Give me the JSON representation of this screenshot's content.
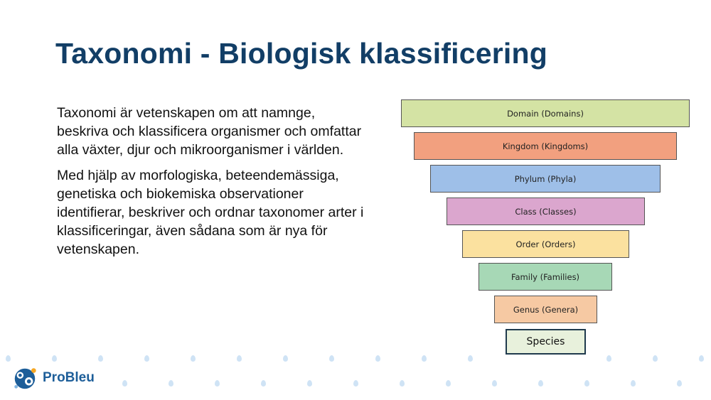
{
  "slide": {
    "title": "Taxonomi - Biologisk klassificering",
    "paragraphs": [
      "Taxonomi är vetenskapen om att namnge, beskriva och klassificera organismer och omfattar alla växter, djur och mikroorganismer i världen.",
      "Med hjälp av morfologiska, beteendemässiga, genetiska och biokemiska observationer identifierar, beskriver och ordnar taxonomer arter i klassificeringar, även sådana som är nya för vetenskapen."
    ]
  },
  "diagram": {
    "levels": [
      {
        "label": "Domain (Domains)",
        "color": "#d4e3a4"
      },
      {
        "label": "Kingdom (Kingdoms)",
        "color": "#f2a07f"
      },
      {
        "label": "Phylum (Phyla)",
        "color": "#9ebfe8"
      },
      {
        "label": "Class (Classes)",
        "color": "#dba6ce"
      },
      {
        "label": "Order (Orders)",
        "color": "#fbe19f"
      },
      {
        "label": "Family (Families)",
        "color": "#a7d8b6"
      },
      {
        "label": "Genus (Genera)",
        "color": "#f6c9a3"
      },
      {
        "label": "Species",
        "color": "#e8f1dc"
      }
    ]
  },
  "brand": {
    "name": "ProBleu",
    "colors": {
      "primary": "#1d5e99",
      "title": "#123e66",
      "dots": "#cfe3f5"
    }
  }
}
